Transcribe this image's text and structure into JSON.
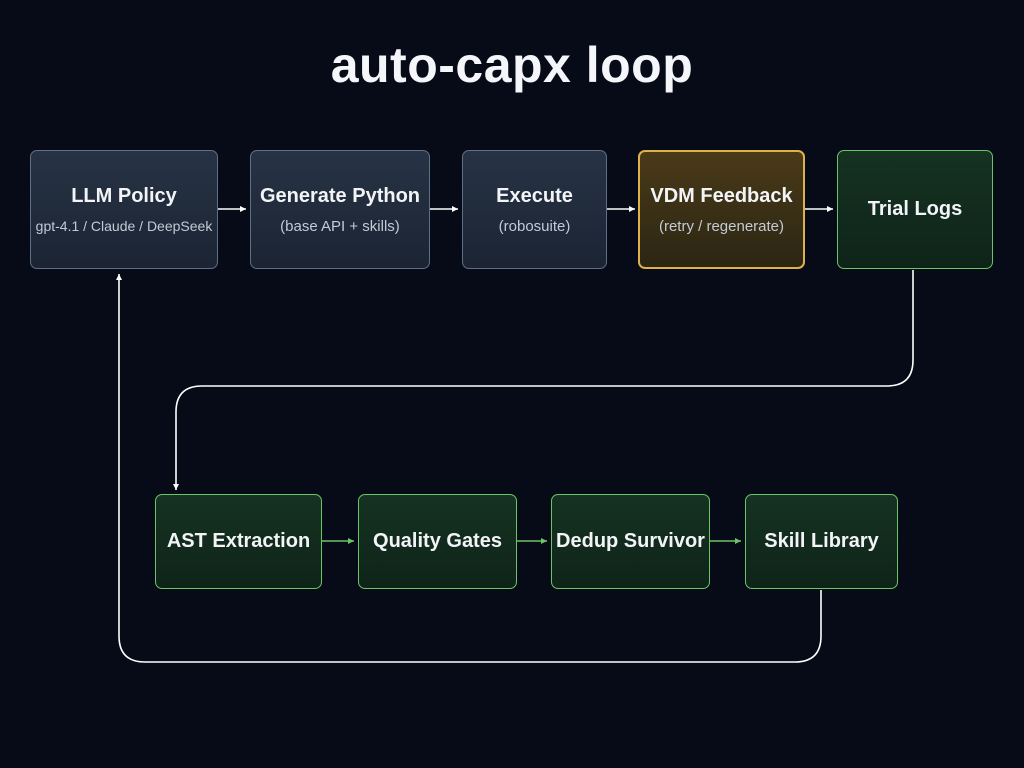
{
  "title": "auto-capx loop",
  "nodes": {
    "llm_policy": {
      "label": "LLM Policy",
      "sub": "gpt-4.1 / Claude / DeepSeek"
    },
    "generate_python": {
      "label": "Generate Python",
      "sub": "(base API + skills)"
    },
    "execute": {
      "label": "Execute",
      "sub": "(robosuite)"
    },
    "vdm_feedback": {
      "label": "VDM Feedback",
      "sub": "(retry / regenerate)"
    },
    "trial_logs": {
      "label": "Trial Logs"
    },
    "ast_extraction": {
      "label": "AST Extraction"
    },
    "quality_gates": {
      "label": "Quality Gates"
    },
    "dedup_survivor": {
      "label": "Dedup Survivor"
    },
    "skill_library": {
      "label": "Skill Library"
    }
  },
  "colors": {
    "arrow": "#ffffff",
    "arrow_green": "#6bc565",
    "accent_amber": "#e0b04a",
    "accent_green": "#6bc565"
  }
}
